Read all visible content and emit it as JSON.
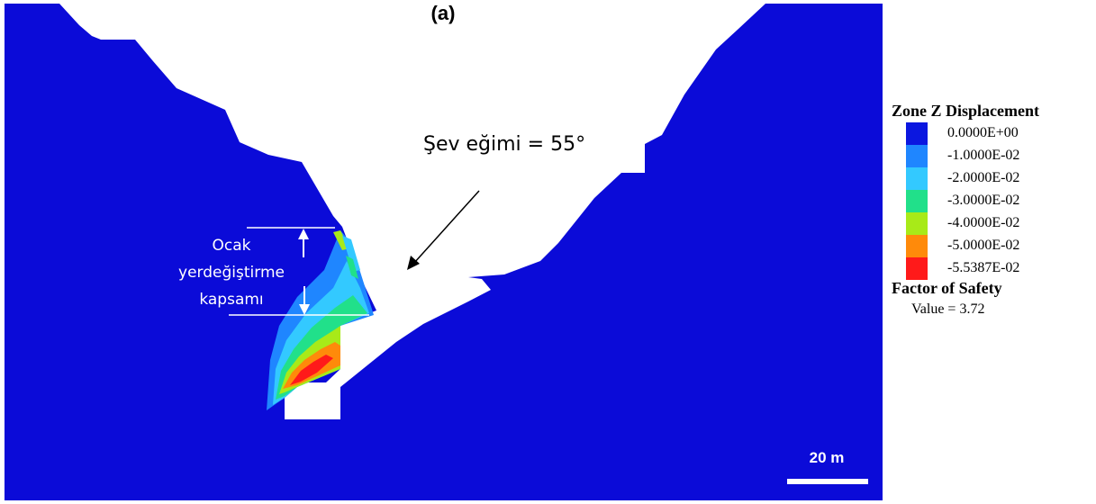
{
  "figure": {
    "panel_label": "(a)",
    "slope_annotation": "Şev eğimi = 55°",
    "extent_annotation": [
      "Ocak",
      "yerdeğiştirme",
      "kapsamı"
    ],
    "scale_bar": "20 m"
  },
  "legend": {
    "title": "Zone Z Displacement",
    "items": [
      {
        "label": "0.0000E+00",
        "color": "#0b17e0"
      },
      {
        "label": "-1.0000E-02",
        "color": "#1f86ff"
      },
      {
        "label": "-2.0000E-02",
        "color": "#33c9ff"
      },
      {
        "label": "-3.0000E-02",
        "color": "#21e08a"
      },
      {
        "label": "-4.0000E-02",
        "color": "#a8ea18"
      },
      {
        "label": "-5.0000E-02",
        "color": "#ff8a0a"
      },
      {
        "label": "-5.5387E-02",
        "color": "#ff1a1a"
      }
    ],
    "fos_title": "Factor of Safety",
    "fos_value": "Value = 3.72"
  },
  "colors": {
    "rock": "#0b0bd8",
    "sky": "#ffffff"
  }
}
